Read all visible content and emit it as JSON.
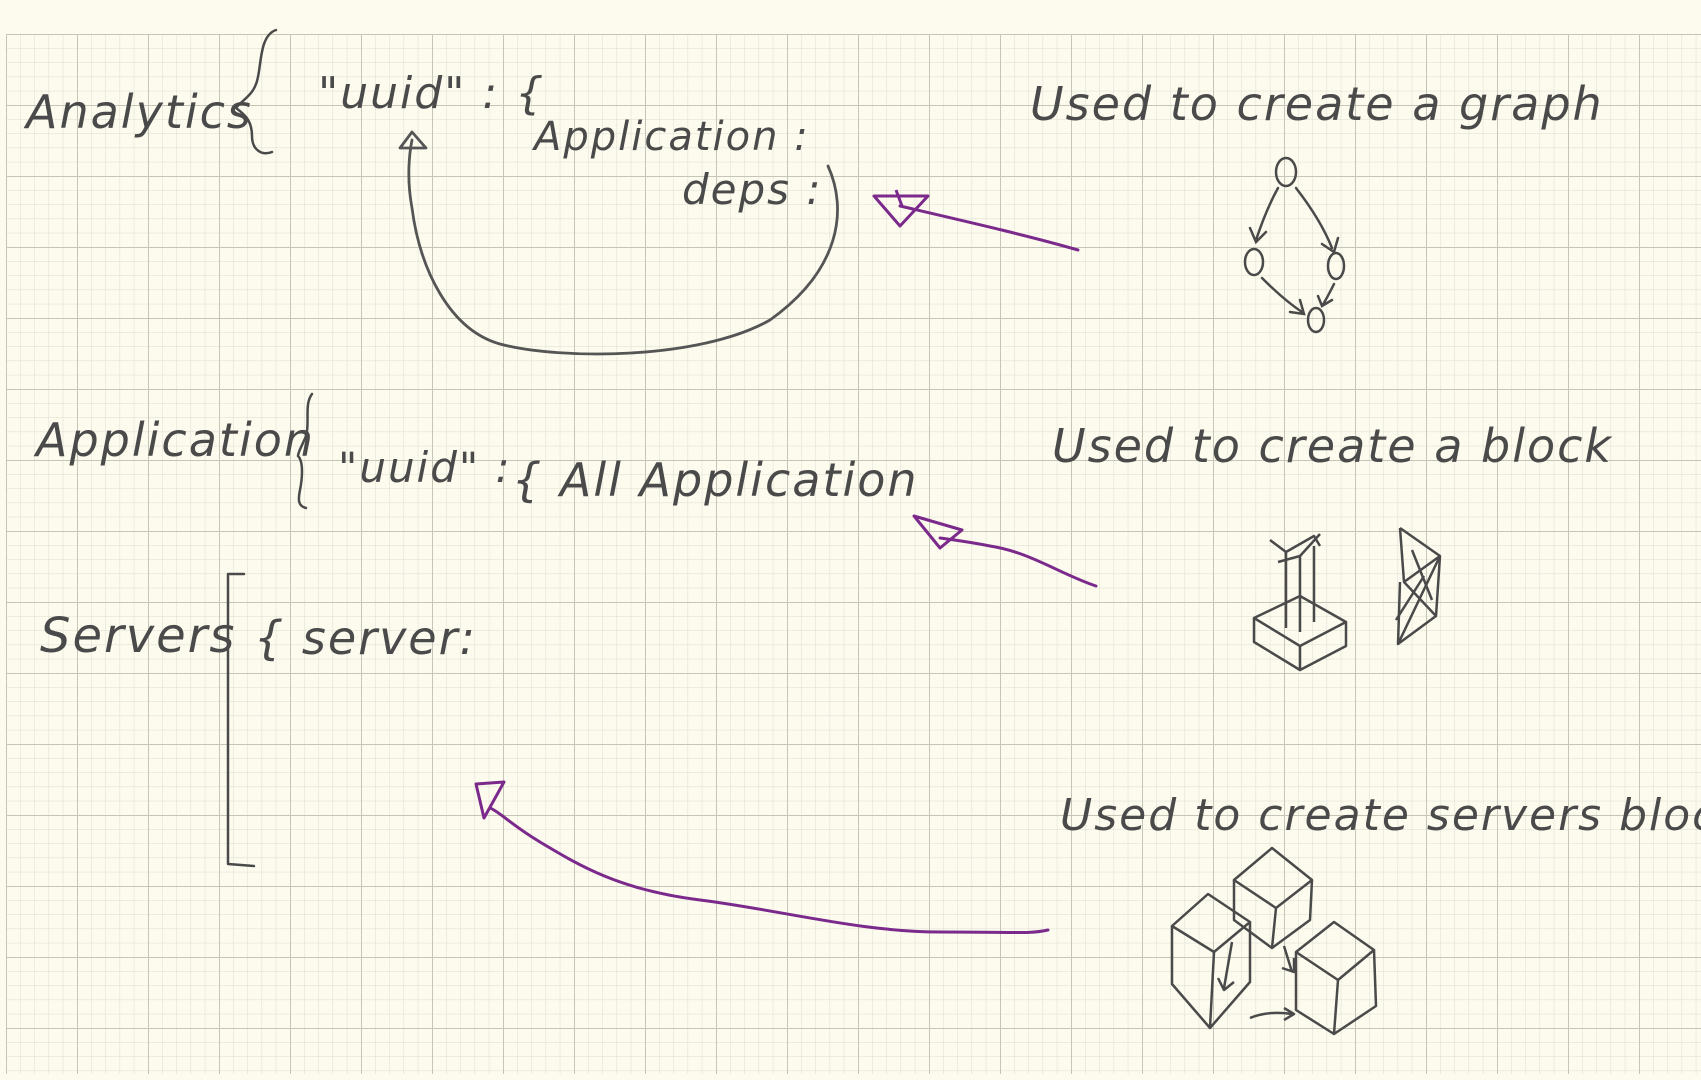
{
  "colors": {
    "paper": "#fcfbee",
    "grid_minor": "#d8d8cc",
    "grid_major": "#c6c6b8",
    "ink": "#4a4a4a",
    "arrow": "#7b2a8c"
  },
  "sections": {
    "analytics": {
      "label": "Analytics",
      "key": "\"uuid\" : {",
      "application": "Application :",
      "deps": "deps :"
    },
    "application": {
      "label": "Application",
      "key": "\"uuid\" :",
      "value": "{ All Application"
    },
    "servers": {
      "label": "Servers",
      "key": "{ server:"
    }
  },
  "notes": {
    "graph": "Used to create a graph",
    "block": "Used to create a block",
    "servers_block": "Used to create servers block"
  },
  "icons": {
    "graph": "graph-nodes-icon",
    "block": "block-icon",
    "servers": "servers-cubes-icon"
  }
}
